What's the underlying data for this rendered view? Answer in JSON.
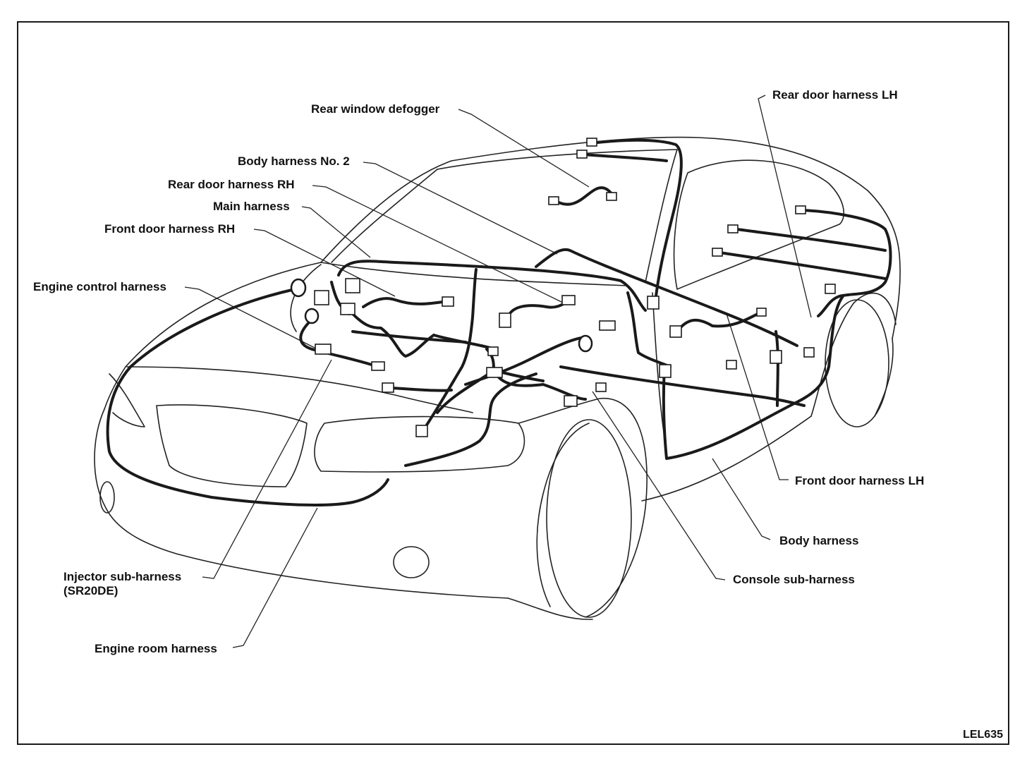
{
  "figure_code": "LEL635",
  "labels": {
    "rear_window_defogger": "Rear window defogger",
    "rear_door_harness_lh": "Rear door harness LH",
    "body_harness_no2": "Body harness No. 2",
    "rear_door_harness_rh": "Rear door harness RH",
    "main_harness": "Main harness",
    "front_door_harness_rh": "Front door harness RH",
    "engine_control_harness": "Engine control harness",
    "front_door_harness_lh": "Front door harness LH",
    "body_harness": "Body harness",
    "console_sub_harness": "Console sub-harness",
    "injector_sub_harness": "Injector sub-harness",
    "injector_sub_harness_note": "(SR20DE)",
    "engine_room_harness": "Engine room harness"
  }
}
